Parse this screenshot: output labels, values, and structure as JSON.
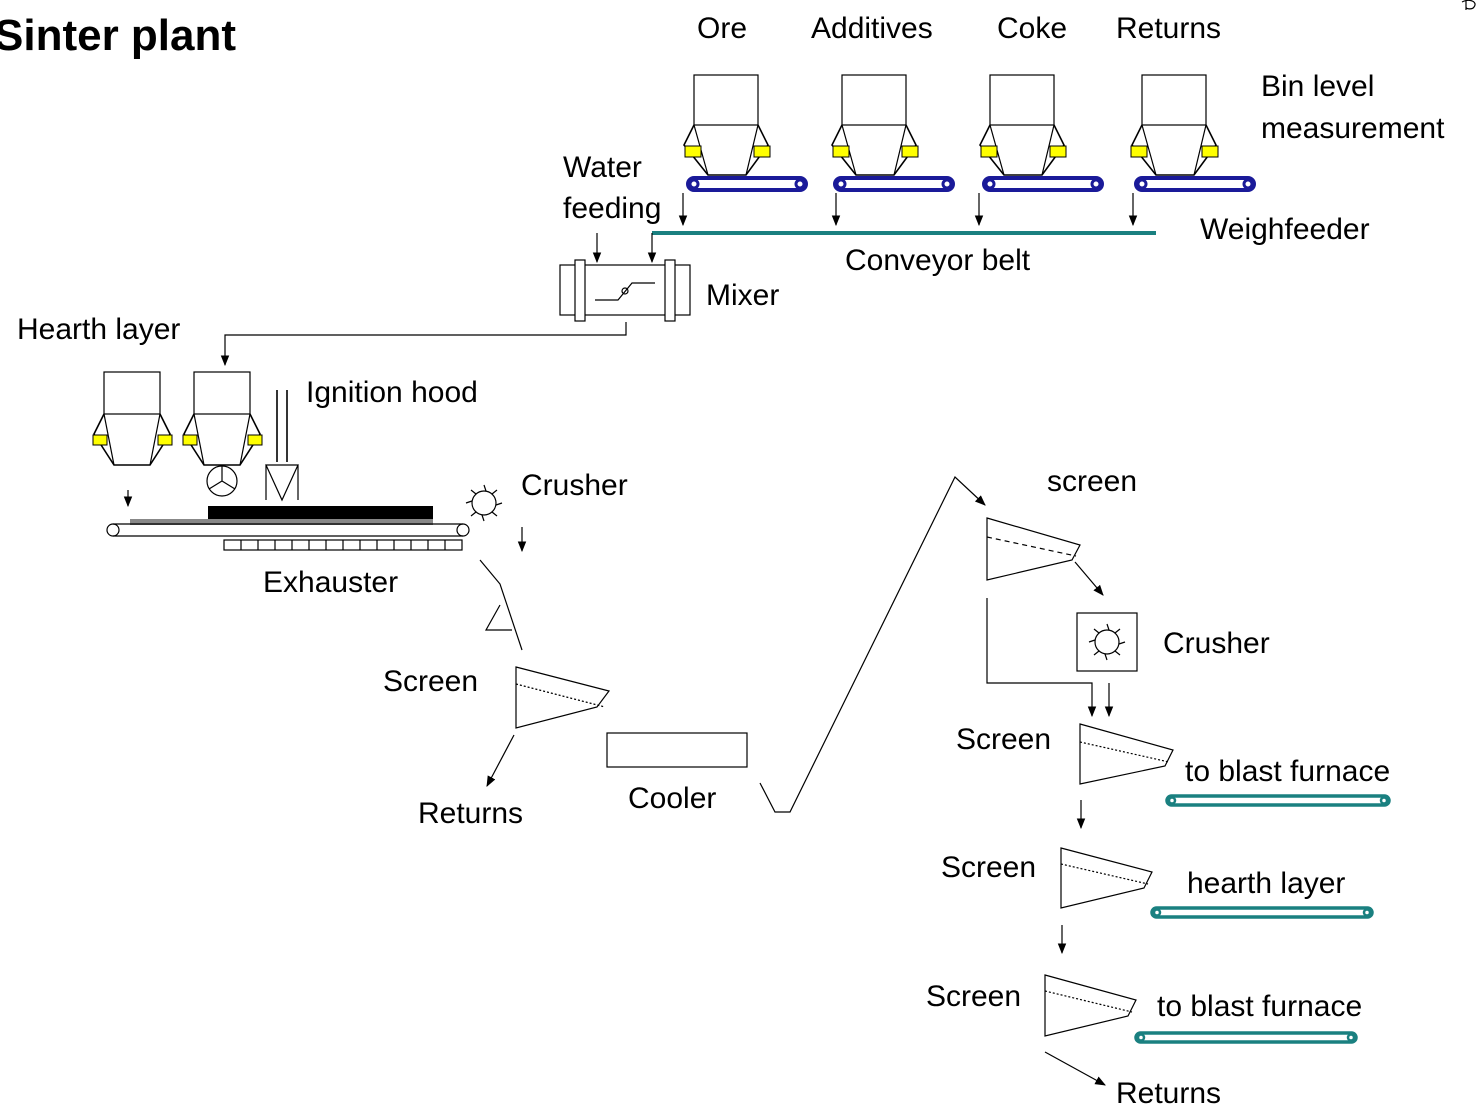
{
  "title": "Sinter plant",
  "feeds": [
    "Ore",
    "Additives",
    "Coke",
    "Returns"
  ],
  "labels": {
    "bin_level": [
      "Bin level",
      "measurement"
    ],
    "water_feeding": [
      "Water",
      "feeding"
    ],
    "weighfeeder": "Weighfeeder",
    "conveyor_belt": "Conveyor belt",
    "mixer": "Mixer",
    "hearth_layer_top": "Hearth layer",
    "ignition_hood": "Ignition hood",
    "crusher_1": "Crusher",
    "exhauster": "Exhauster",
    "screen_1": "Screen",
    "returns_1": "Returns",
    "cooler": "Cooler",
    "screen_2": "screen",
    "crusher_2": "Crusher",
    "screen_3": "Screen",
    "out_1": "to blast furnace",
    "screen_4": "Screen",
    "out_2": "hearth layer",
    "screen_5": "Screen",
    "out_3": "to blast furnace",
    "returns_2": "Returns"
  },
  "colors": {
    "weighfeeder_belt": "#1a1a99",
    "conveyor_belt": "#1a8080",
    "output_belt": "#1a8080",
    "sensor": "#ffff00"
  }
}
